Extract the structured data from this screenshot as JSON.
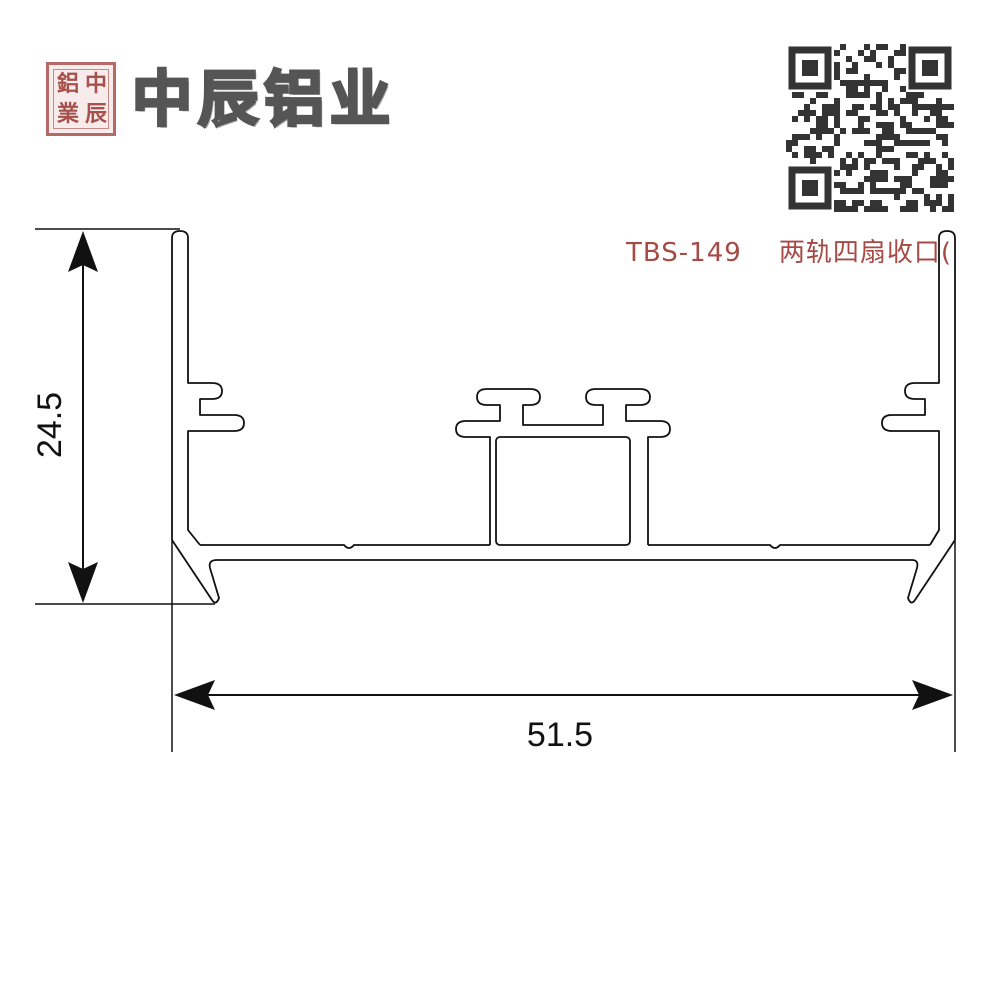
{
  "header": {
    "seal_chars": [
      "中",
      "辰",
      "鋁",
      "業"
    ],
    "brand_name": "中辰铝业"
  },
  "drawing": {
    "model_code": "TBS-149",
    "description": "两轨四扇收口(",
    "height_dimension": "24.5",
    "width_dimension": "51.5"
  },
  "colors": {
    "seal": "#b56a66",
    "model_text": "#a64a46",
    "profile_stroke": "#111111"
  },
  "icons": {
    "qr": "qr-code-icon",
    "seal": "seal-stamp"
  }
}
